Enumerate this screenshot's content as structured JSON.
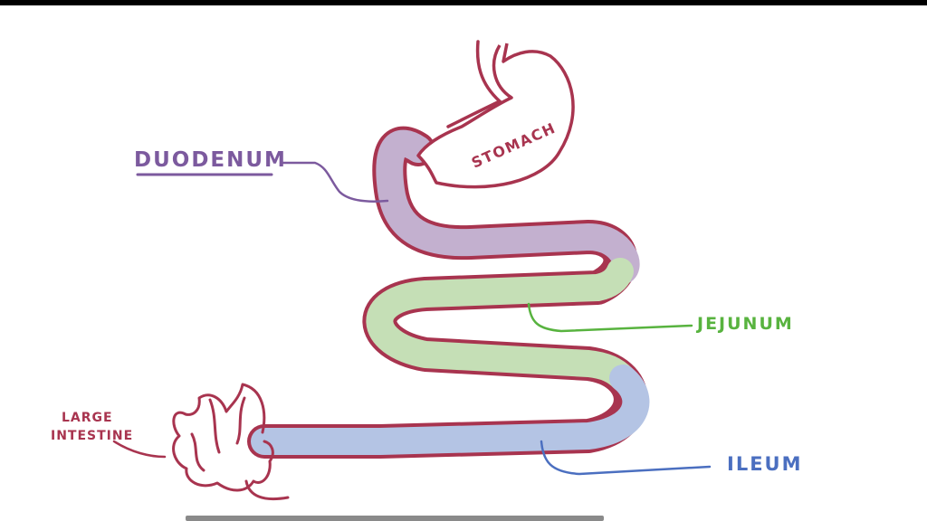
{
  "labels": {
    "duodenum": "DUODENUM",
    "stomach": "STOMACH",
    "jejunum": "JEJUNUM",
    "ileum": "ILEUM",
    "large_intestine_line1": "LARGE",
    "large_intestine_line2": "INTESTINE"
  },
  "colors": {
    "outline": "#a8344f",
    "duodenum": "#7c5a9e",
    "duodenum_fill": "#c3b0cf",
    "jejunum": "#58b33f",
    "jejunum_fill": "#c5dfb6",
    "ileum": "#4b6fc0",
    "ileum_fill": "#b4c4e4"
  }
}
